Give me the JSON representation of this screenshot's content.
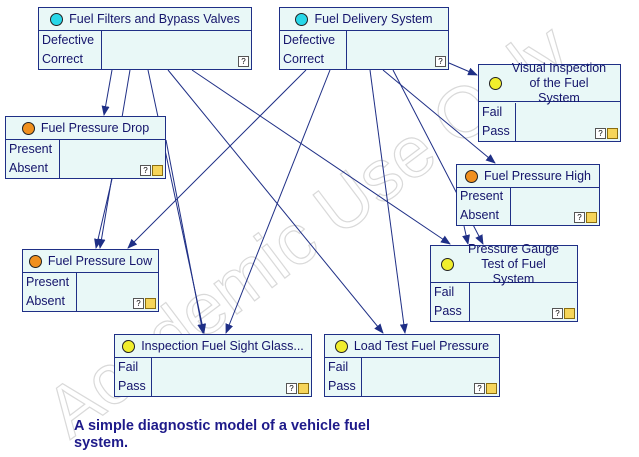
{
  "nodes": [
    {
      "id": "fuel-filters",
      "title": "Fuel Filters and Bypass Valves",
      "color": "cyan",
      "states": [
        "Defective",
        "Correct"
      ],
      "icons": [
        "?"
      ]
    },
    {
      "id": "fuel-delivery",
      "title": "Fuel Delivery System",
      "color": "cyan",
      "states": [
        "Defective",
        "Correct"
      ],
      "icons": [
        "?"
      ]
    },
    {
      "id": "visual-inspection",
      "title": "Visual Inspection of the Fuel System",
      "color": "yellow",
      "states": [
        "Fail",
        "Pass"
      ],
      "icons": [
        "?",
        "y"
      ]
    },
    {
      "id": "pressure-drop",
      "title": "Fuel Pressure Drop",
      "color": "orange",
      "states": [
        "Present",
        "Absent"
      ],
      "icons": [
        "?",
        "y"
      ]
    },
    {
      "id": "pressure-high",
      "title": "Fuel Pressure High",
      "color": "orange",
      "states": [
        "Present",
        "Absent"
      ],
      "icons": [
        "?",
        "y"
      ]
    },
    {
      "id": "pressure-low",
      "title": "Fuel Pressure Low",
      "color": "orange",
      "states": [
        "Present",
        "Absent"
      ],
      "icons": [
        "?",
        "y"
      ]
    },
    {
      "id": "gauge-test",
      "title": "Pressure Gauge Test of Fuel System",
      "color": "yellow",
      "states": [
        "Fail",
        "Pass"
      ],
      "icons": [
        "?",
        "y"
      ]
    },
    {
      "id": "sight-glass",
      "title": "Inspection Fuel Sight Glass...",
      "color": "yellow",
      "states": [
        "Fail",
        "Pass"
      ],
      "icons": [
        "?",
        "y"
      ]
    },
    {
      "id": "load-test",
      "title": "Load Test Fuel Pressure",
      "color": "yellow",
      "states": [
        "Fail",
        "Pass"
      ],
      "icons": [
        "?",
        "y"
      ]
    }
  ],
  "edges": [
    [
      "fuel-filters",
      "pressure-drop"
    ],
    [
      "fuel-filters",
      "pressure-low"
    ],
    [
      "fuel-filters",
      "sight-glass"
    ],
    [
      "fuel-filters",
      "load-test"
    ],
    [
      "fuel-filters",
      "gauge-test"
    ],
    [
      "fuel-delivery",
      "visual-inspection"
    ],
    [
      "fuel-delivery",
      "pressure-high"
    ],
    [
      "fuel-delivery",
      "pressure-low"
    ],
    [
      "fuel-delivery",
      "sight-glass"
    ],
    [
      "fuel-delivery",
      "load-test"
    ],
    [
      "fuel-delivery",
      "gauge-test"
    ],
    [
      "pressure-drop",
      "pressure-low"
    ],
    [
      "pressure-drop",
      "sight-glass"
    ],
    [
      "pressure-high",
      "gauge-test"
    ]
  ],
  "colors": {
    "cyan": "#28d7e8",
    "orange": "#f0901e",
    "yellow": "#f1ee2c",
    "border": "#1f2f86",
    "fill": "#e9f8f7",
    "arrow": "#1f2f86"
  },
  "watermark": "Academic Use Only",
  "caption": "A simple diagnostic model of a vehicle fuel system."
}
